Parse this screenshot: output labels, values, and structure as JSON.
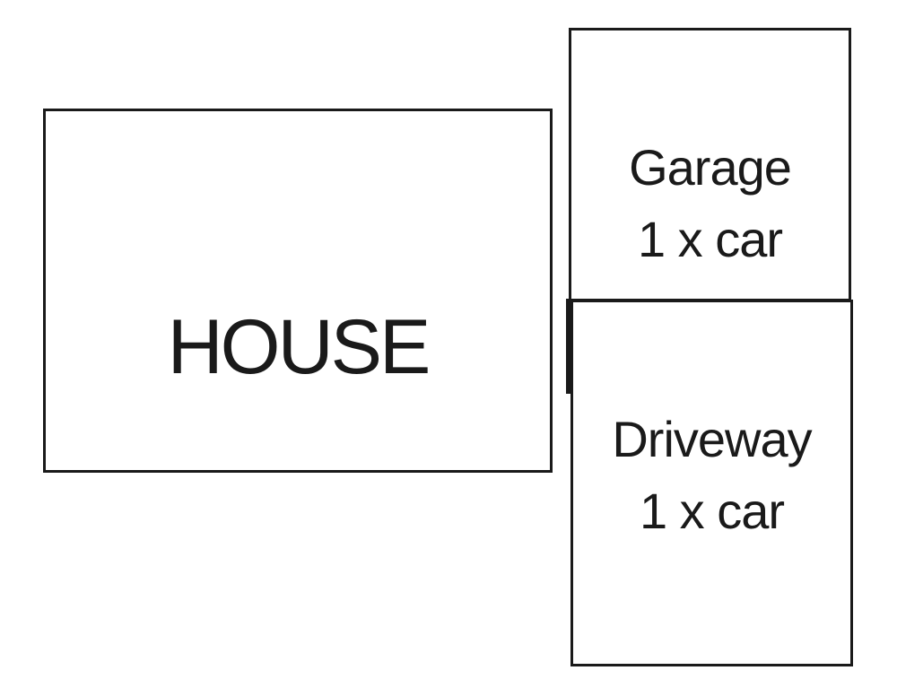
{
  "diagram": {
    "house": {
      "label": "HOUSE"
    },
    "garage": {
      "label": "Garage",
      "capacity": "1 x car"
    },
    "driveway": {
      "label": "Driveway",
      "capacity": "1 x car"
    }
  },
  "colors": {
    "ink": "#1a1a1a",
    "background": "#ffffff"
  }
}
